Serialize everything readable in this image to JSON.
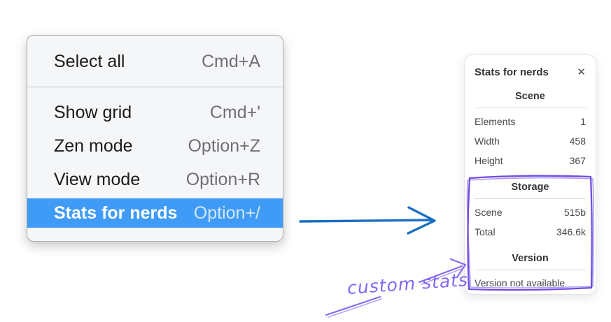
{
  "colors": {
    "menu-bg": "#f5f6f7",
    "menu-border": "#a9aeb5",
    "menu-text": "#1b1b1b",
    "menu-shortcut": "#6f6f74",
    "highlight-bg": "#3f9bf5",
    "highlight-text": "#ffffff",
    "highlight-shortcut": "#d4e7fb",
    "arrow-blue": "#1b6fc2",
    "purple": "#6f4de0",
    "purple-light": "#8468f0",
    "panel-border": "#e4e4e9",
    "panel-heading": "#333333",
    "panel-text": "#46484d",
    "rule": "#d9d9de"
  },
  "context_menu": {
    "items": [
      {
        "label": "Select all",
        "shortcut": "Cmd+A"
      },
      {
        "label": "Show grid",
        "shortcut": "Cmd+'"
      },
      {
        "label": "Zen mode",
        "shortcut": "Option+Z"
      },
      {
        "label": "View mode",
        "shortcut": "Option+R"
      },
      {
        "label": "Stats for nerds",
        "shortcut": "Option+/",
        "selected": true
      }
    ]
  },
  "stats_panel": {
    "title": "Stats for nerds",
    "close_icon": "✕",
    "sections": [
      {
        "heading": "Scene",
        "rows": [
          {
            "label": "Elements",
            "value": "1"
          },
          {
            "label": "Width",
            "value": "458"
          },
          {
            "label": "Height",
            "value": "367"
          }
        ]
      },
      {
        "heading": "Storage",
        "rows": [
          {
            "label": "Scene",
            "value": "515b"
          },
          {
            "label": "Total",
            "value": "346.6k"
          }
        ]
      },
      {
        "heading": "Version",
        "note": "Version not available"
      }
    ]
  },
  "annotation": {
    "label": "custom stats"
  }
}
